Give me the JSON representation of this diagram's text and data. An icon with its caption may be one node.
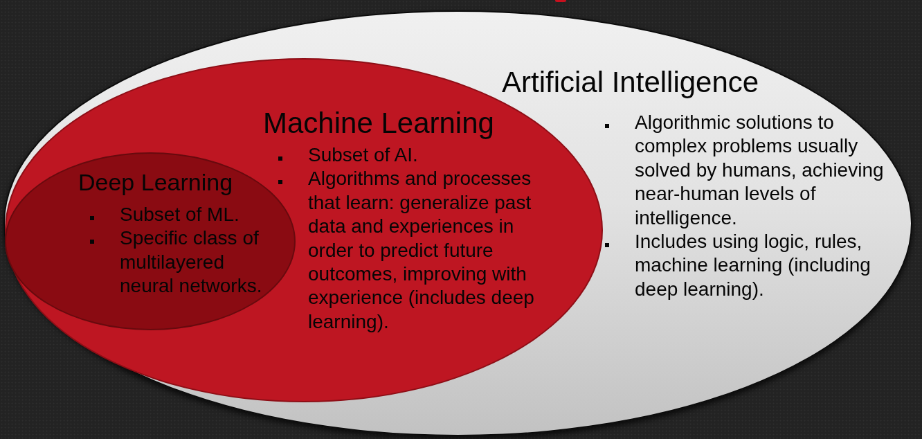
{
  "diagram": {
    "nodes": [
      {
        "text": [
          "Artificial Intelligence",
          "Algorithmic solutions to complex problems usually solved by humans, achieving near-human levels of intelligence.",
          "Includes using logic, rules, machine learning (including deep learning)."
        ]
      },
      {
        "text": [
          "Machine Learning",
          "Subset of AI.",
          "Algorithms and processes that learn: generalize past data and experiences in order to predict future outcomes, improving with experience (includes deep learning)."
        ],
        "in": 0
      },
      {
        "text": [
          "Deep Learning",
          "Subset of ML.",
          "Specific class of multilayered neural networks."
        ],
        "in": 1
      }
    ]
  }
}
